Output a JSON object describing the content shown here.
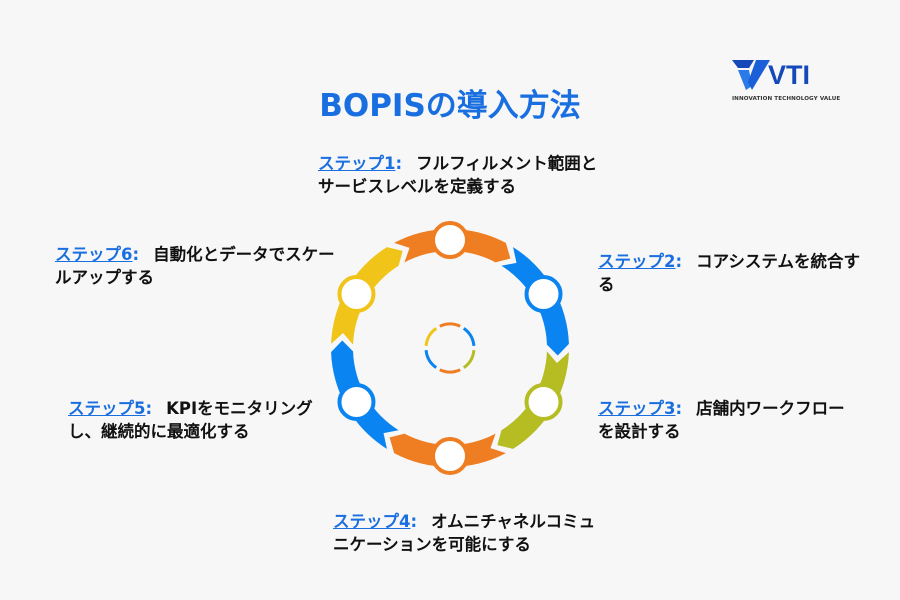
{
  "title": "BOPISの導入方法",
  "logo": {
    "name": "VTI",
    "tagline": "INNOVATION TECHNOLOGY VALUE"
  },
  "steps": [
    {
      "label": "ステップ1",
      "text": "フルフィルメント範囲とサービスレベルを定義する",
      "color": "#ef7d22"
    },
    {
      "label": "ステップ2",
      "text": "コアシステムを統合する",
      "color": "#0a84f0"
    },
    {
      "label": "ステップ3",
      "text": "店舗内ワークフローを設計する",
      "color": "#b5bd22"
    },
    {
      "label": "ステップ4",
      "text": "オムニチャネルコミュニケーションを可能にする",
      "color": "#ef7d22"
    },
    {
      "label": "ステップ5",
      "text": "KPIをモニタリングし、継続的に最適化する",
      "color": "#0a84f0"
    },
    {
      "label": "ステップ6",
      "text": "自動化とデータでスケールアップする",
      "color": "#f0c419"
    }
  ],
  "separator": ":"
}
